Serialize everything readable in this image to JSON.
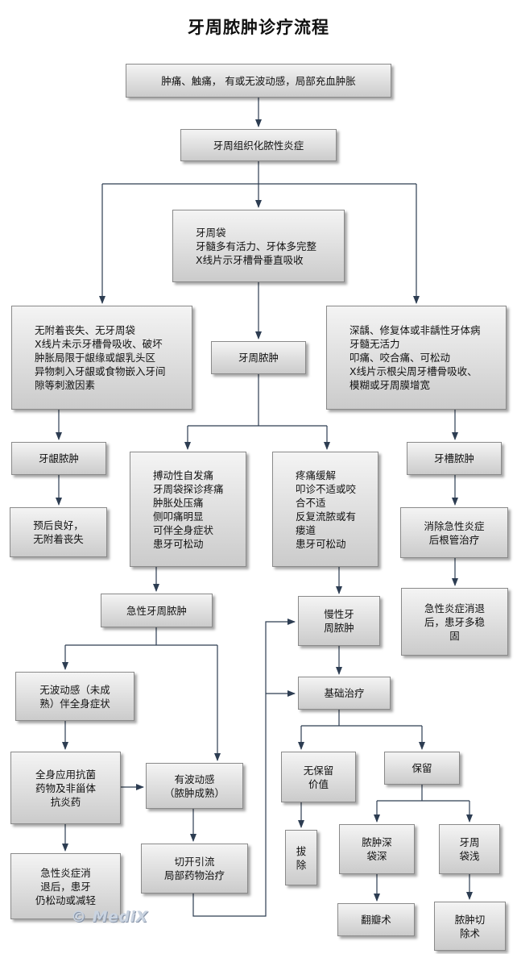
{
  "title": "牙周脓肿诊疗流程",
  "watermark": "© MediX",
  "nodes": {
    "n1": "肿痛、触痛，  有或无波动感，局部充血肿胀",
    "n2": "牙周组织化脓性炎症",
    "n3": "牙周袋\n牙髓多有活力、牙体多完整\nX线片示牙槽骨垂直吸收",
    "n4": "无附着丧失、无牙周袋\nX线片未示牙槽骨吸收、破坏\n肿胀局限于龈缘或龈乳头区\n异物刺入牙龈或食物嵌入牙间\n    隙等刺激因素",
    "n5": "牙周脓肿",
    "n6": "深龋、修复体或非龋性牙体病\n牙髓无活力\n叩痛、咬合痛、可松动\nX线片示根尖周牙槽骨吸收、\n    模糊或牙周膜增宽",
    "n7": "牙龈脓肿",
    "n8": "搏动性自发痛\n牙周袋探诊疼痛\n肿胀处压痛\n侧叩痛明显\n可伴全身症状\n患牙可松动",
    "n9": "疼痛缓解\n叩诊不适或咬\n    合不适\n反复流脓或有\n    瘘道\n患牙可松动",
    "n10": "牙槽脓肿",
    "n11": "预后良好，\n无附着丧失",
    "n12": "消除急性炎症\n后根管治疗",
    "n13": "急性牙周脓肿",
    "n14": "慢性牙\n周脓肿",
    "n15": "急性炎症消退\n后，患牙多稳\n固",
    "n16": "无波动感（未成\n熟）伴全身症状",
    "n17": "基础治疗",
    "n18": "全身应用抗菌\n药物及非甾体\n抗炎药",
    "n19": "有波动感\n（脓肿成熟）",
    "n20": "无保留\n价值",
    "n21": "保留",
    "n22": "急性炎症消\n退后，患牙\n仍松动或减轻",
    "n23": "切开引流\n局部药物治疗",
    "n24": "拔\n除",
    "n25": "脓肿深\n袋深",
    "n26": "牙周\n袋浅",
    "n27": "翻瓣术",
    "n28": "脓肿切\n除术"
  }
}
